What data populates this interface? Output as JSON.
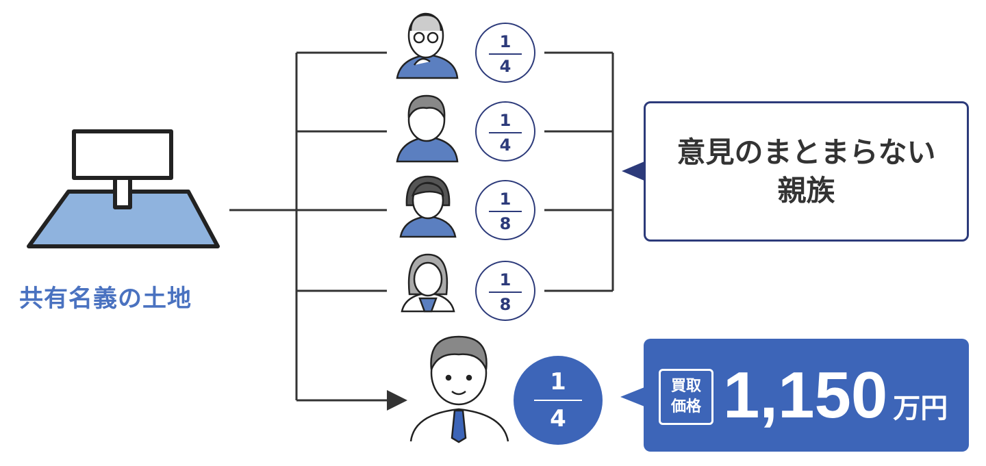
{
  "land": {
    "label": "共有名義の土地"
  },
  "relatives": [
    {
      "name": "grandfather",
      "numerator": "1",
      "denominator": "4"
    },
    {
      "name": "father",
      "numerator": "1",
      "denominator": "4"
    },
    {
      "name": "woman",
      "numerator": "1",
      "denominator": "8"
    },
    {
      "name": "elderly-woman",
      "numerator": "1",
      "denominator": "8"
    }
  ],
  "callout": {
    "line1": "意見のまとまらない",
    "line2": "親族"
  },
  "owner": {
    "numerator": "1",
    "denominator": "4"
  },
  "price": {
    "badge_line1": "買取",
    "badge_line2": "価格",
    "amount": "1,150",
    "unit": "万円"
  },
  "colors": {
    "blue": "#3d65b8",
    "navy": "#2c3a7a",
    "land": "#8fb3de",
    "label": "#4a72c0"
  }
}
